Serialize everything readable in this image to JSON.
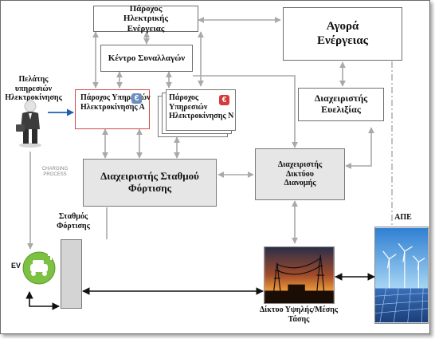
{
  "nodes": {
    "electricity_supplier": "Πάροχος Ηλεκτρικής Ενέργειας",
    "transaction_center": "Κέντρο Συναλλαγών",
    "energy_market": "Αγορά Ενέργειας",
    "flexibility_manager": "Διαχειριστής Ευελιξίας",
    "emobility_customer": "Πελάτης υπηρεσιών Ηλεκτροκίνησης",
    "service_provider_a": "Πάροχος Υπηρεσιών Ηλεκτροκίνησης Α",
    "service_provider_n": "Πάροχος Υπηρεσιών Ηλεκτροκίνησης Ν",
    "charging_station_operator": "Διαχειριστής Σταθμού Φόρτισης",
    "distribution_operator": "Διαχειριστής Δικτύου Διανομής",
    "charging_station": "Σταθμός Φόρτισης",
    "res": "ΑΠΕ",
    "grid": "Δίκτυο Υψηλής/Μέσης Τάσης",
    "ev": "EV",
    "charging_process": "CHARGING PROCESS",
    "euro_symbol": "€"
  },
  "colors": {
    "connector": "#a9a9a9",
    "flow": "#1f5fb0",
    "power": "#111111",
    "sp_a_border": "#d04a4a",
    "ev_green": "#7cc142"
  }
}
